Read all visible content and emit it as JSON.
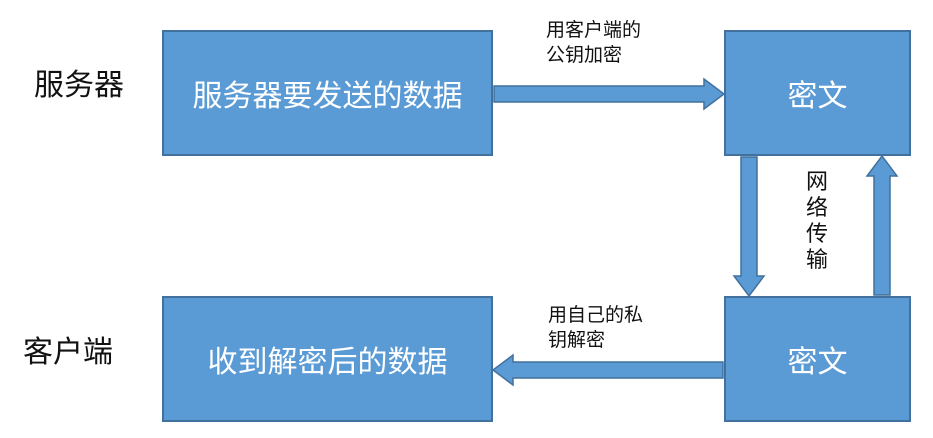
{
  "labels": {
    "server": "服务器",
    "client": "客户端"
  },
  "boxes": {
    "server_data": "服务器要发送的数据",
    "ciphertext_top": "密文",
    "ciphertext_bottom": "密文",
    "client_data": "收到解密后的数据"
  },
  "notes": {
    "encrypt_line1": "用客户端的",
    "encrypt_line2": "公钥加密",
    "decrypt_line1": "用自己的私",
    "decrypt_line2": "钥解密",
    "network": "网络传输"
  },
  "colors": {
    "box_fill": "#5b9bd5",
    "box_border": "#41719c",
    "box_text": "#ffffff"
  }
}
